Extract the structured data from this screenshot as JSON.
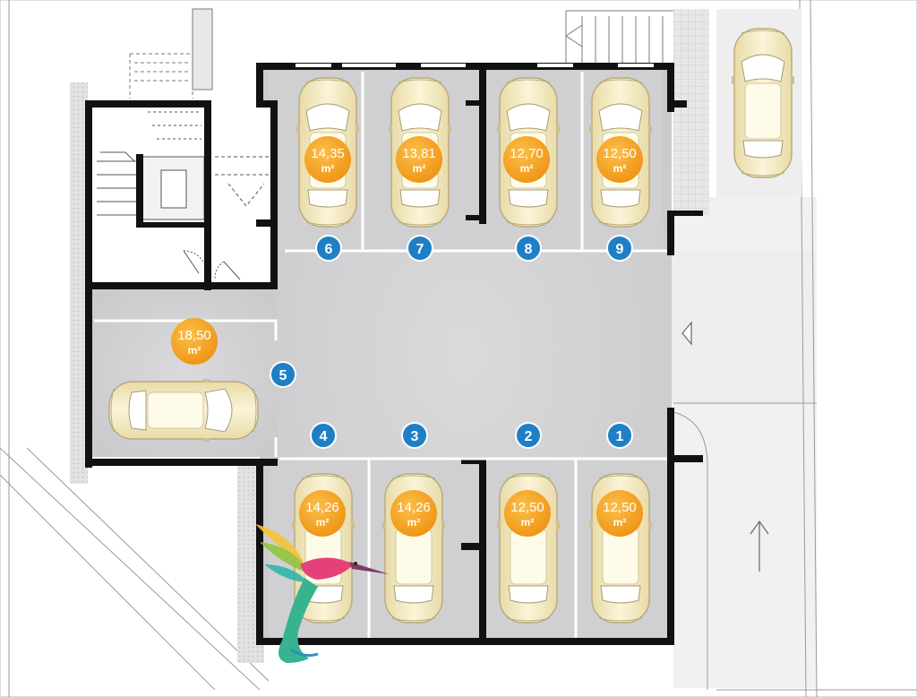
{
  "spots": [
    {
      "number": "1",
      "area": "12,50",
      "unit": "m²"
    },
    {
      "number": "2",
      "area": "12,50",
      "unit": "m²"
    },
    {
      "number": "3",
      "area": "14,26",
      "unit": "m²"
    },
    {
      "number": "4",
      "area": "14,26",
      "unit": "m²"
    },
    {
      "number": "5",
      "area": "18,50",
      "unit": "m²"
    },
    {
      "number": "6",
      "area": "14,35",
      "unit": "m²"
    },
    {
      "number": "7",
      "area": "13,81",
      "unit": "m²"
    },
    {
      "number": "8",
      "area": "12,70",
      "unit": "m²"
    },
    {
      "number": "9",
      "area": "12,50",
      "unit": "m²"
    }
  ],
  "colors": {
    "floor": "#d3d3d5",
    "wall": "#111111",
    "number_badge": "#1f7fc6",
    "area_badge": "#f7a41d",
    "car_body": "#f6ecc6",
    "street": "#f1f2f4",
    "tile": "#dcdcdc"
  }
}
